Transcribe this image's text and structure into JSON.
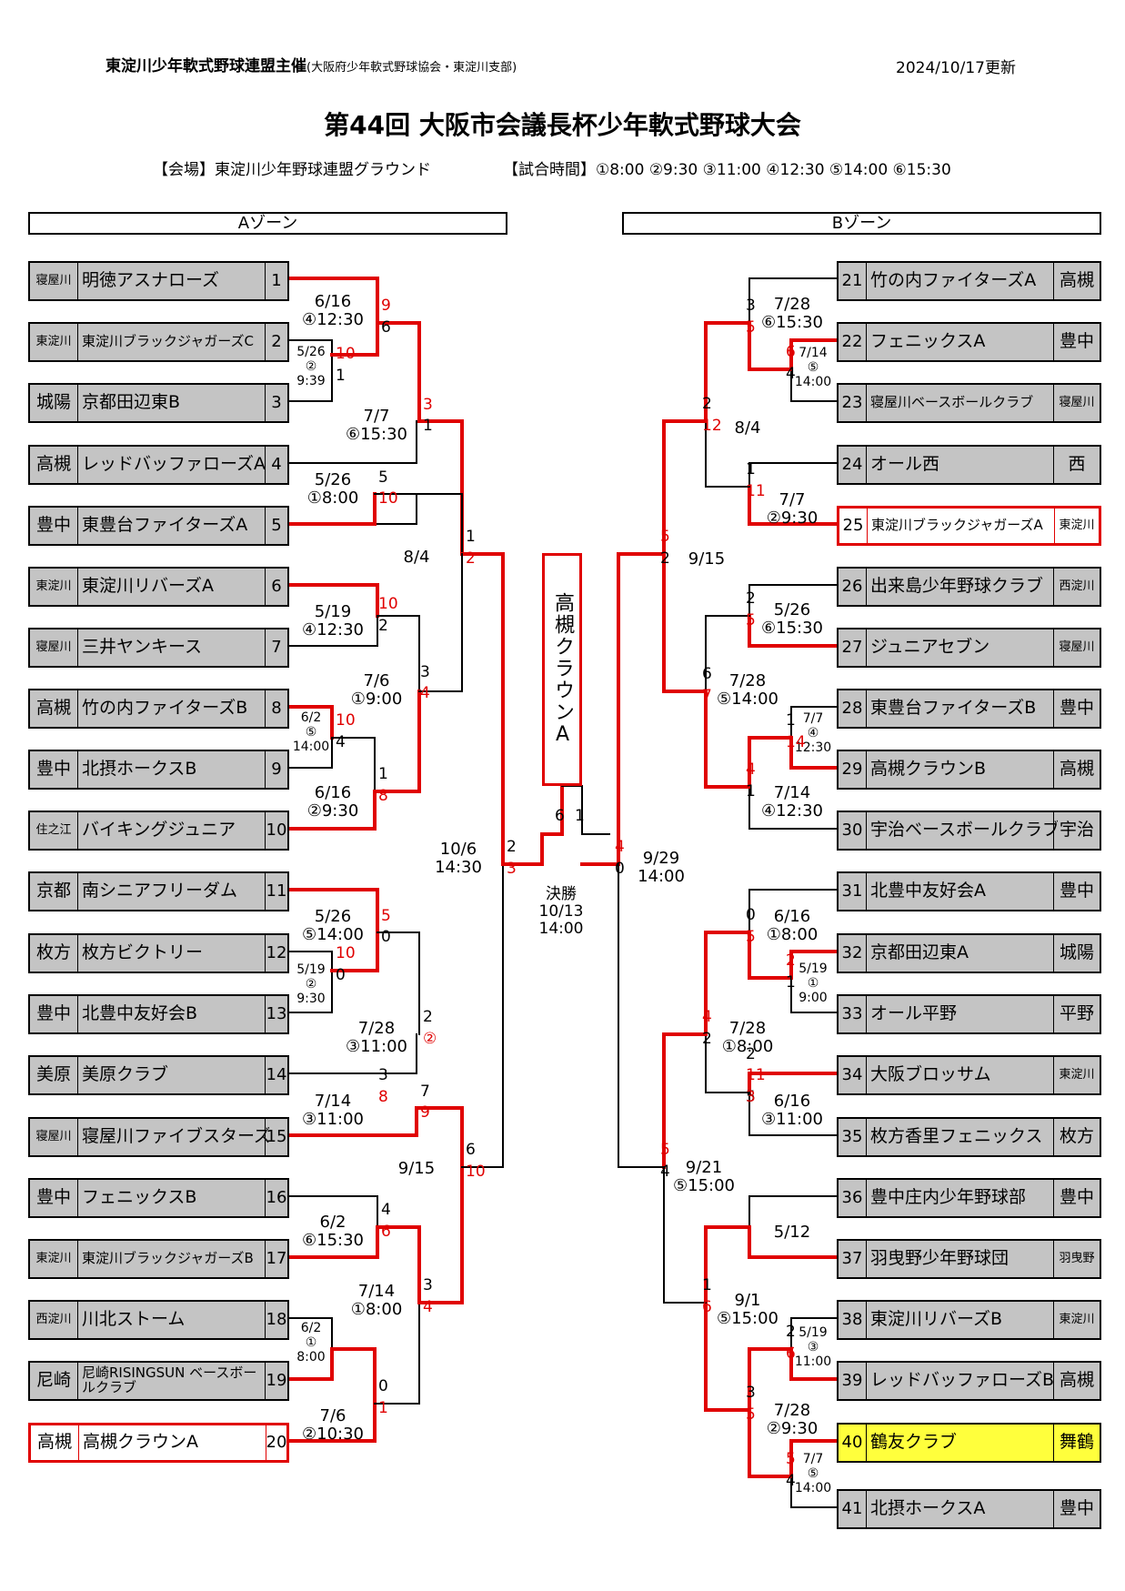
{
  "header": {
    "organizer": "東淀川少年軟式野球連盟主催",
    "organizer_sub": "(大阪府少年軟式野球協会・東淀川支部)",
    "updated": "2024/10/17更新",
    "title": "第44回 大阪市会議長杯少年軟式野球大会",
    "venue": "【会場】東淀川少年野球連盟グラウンド",
    "schedule": "【試合時間】①8:00 ②9:30 ③11:00 ④12:30 ⑤14:00 ⑥15:30"
  },
  "zones": {
    "a": "Aゾーン",
    "b": "Bゾーン"
  },
  "champion": "高槻クラウンA",
  "colors": {
    "win": "#e00000",
    "line": "#000000",
    "box": "#c4c4c4",
    "highlight": "#ffff3c"
  },
  "teams_a": [
    {
      "region": "寝屋川",
      "name": "明徳アスナローズ",
      "no": "1"
    },
    {
      "region": "東淀川",
      "name": "東淀川ブラックジャガーズC",
      "no": "2"
    },
    {
      "region": "城陽",
      "name": "京都田辺東B",
      "no": "3"
    },
    {
      "region": "高槻",
      "name": "レッドバッファローズA",
      "no": "4"
    },
    {
      "region": "豊中",
      "name": "東豊台ファイターズA",
      "no": "5"
    },
    {
      "region": "東淀川",
      "name": "東淀川リバーズA",
      "no": "6"
    },
    {
      "region": "寝屋川",
      "name": "三井ヤンキース",
      "no": "7"
    },
    {
      "region": "高槻",
      "name": "竹の内ファイターズB",
      "no": "8"
    },
    {
      "region": "豊中",
      "name": "北摂ホークスB",
      "no": "9"
    },
    {
      "region": "住之江",
      "name": "バイキングジュニア",
      "no": "10"
    },
    {
      "region": "京都",
      "name": "南シニアフリーダム",
      "no": "11"
    },
    {
      "region": "枚方",
      "name": "枚方ビクトリー",
      "no": "12"
    },
    {
      "region": "豊中",
      "name": "北豊中友好会B",
      "no": "13"
    },
    {
      "region": "美原",
      "name": "美原クラブ",
      "no": "14"
    },
    {
      "region": "寝屋川",
      "name": "寝屋川ファイブスターズ",
      "no": "15"
    },
    {
      "region": "豊中",
      "name": "フェニックスB",
      "no": "16"
    },
    {
      "region": "東淀川",
      "name": "東淀川ブラックジャガーズB",
      "no": "17"
    },
    {
      "region": "西淀川",
      "name": "川北ストーム",
      "no": "18"
    },
    {
      "region": "尼崎",
      "name": "尼崎RISINGSUN ベースボールクラブ",
      "no": "19"
    },
    {
      "region": "高槻",
      "name": "高槻クラウンA",
      "no": "20"
    }
  ],
  "teams_b": [
    {
      "no": "21",
      "name": "竹の内ファイターズA",
      "region": "高槻"
    },
    {
      "no": "22",
      "name": "フェニックスA",
      "region": "豊中"
    },
    {
      "no": "23",
      "name": "寝屋川ベースボールクラブ",
      "region": "寝屋川"
    },
    {
      "no": "24",
      "name": "オール西",
      "region": "西"
    },
    {
      "no": "25",
      "name": "東淀川ブラックジャガーズA",
      "region": "東淀川"
    },
    {
      "no": "26",
      "name": "出来島少年野球クラブ",
      "region": "西淀川"
    },
    {
      "no": "27",
      "name": "ジュニアセブン",
      "region": "寝屋川"
    },
    {
      "no": "28",
      "name": "東豊台ファイターズB",
      "region": "豊中"
    },
    {
      "no": "29",
      "name": "高槻クラウンB",
      "region": "高槻"
    },
    {
      "no": "30",
      "name": "宇治ベースボールクラブ",
      "region": "宇治"
    },
    {
      "no": "31",
      "name": "北豊中友好会A",
      "region": "豊中"
    },
    {
      "no": "32",
      "name": "京都田辺東A",
      "region": "城陽"
    },
    {
      "no": "33",
      "name": "オール平野",
      "region": "平野"
    },
    {
      "no": "34",
      "name": "大阪ブロッサム",
      "region": "東淀川"
    },
    {
      "no": "35",
      "name": "枚方香里フェニックス",
      "region": "枚方"
    },
    {
      "no": "36",
      "name": "豊中庄内少年野球部",
      "region": "豊中"
    },
    {
      "no": "37",
      "name": "羽曳野少年野球団",
      "region": "羽曳野"
    },
    {
      "no": "38",
      "name": "東淀川リバーズB",
      "region": "東淀川"
    },
    {
      "no": "39",
      "name": "レッドバッファローズB",
      "region": "高槻"
    },
    {
      "no": "40",
      "name": "鶴友クラブ",
      "region": "舞鶴"
    },
    {
      "no": "41",
      "name": "北摂ホークスA",
      "region": "豊中"
    }
  ],
  "matches": [
    {
      "date": "6/16",
      "time": "④12:30"
    },
    {
      "date": "5/26",
      "time": "②",
      "time2": "9:39"
    },
    {
      "date": "7/7",
      "time": "⑥15:30"
    },
    {
      "date": "5/26",
      "time": "①8:00"
    },
    {
      "date": "8/4"
    },
    {
      "date": "5/19",
      "time": "④12:30"
    },
    {
      "date": "7/6",
      "time": "①9:00"
    },
    {
      "date": "6/2",
      "time": "⑤",
      "time2": "14:00"
    },
    {
      "date": "6/16",
      "time": "②9:30"
    },
    {
      "date": "10/6",
      "time": "14:30"
    },
    {
      "date": "5/26",
      "time": "⑤14:00"
    },
    {
      "date": "5/19",
      "time": "②",
      "time2": "9:30"
    },
    {
      "date": "7/28",
      "time": "③11:00"
    },
    {
      "date": "7/14",
      "time": "③11:00"
    },
    {
      "date": "9/15"
    },
    {
      "date": "6/2",
      "time": "⑥15:30"
    },
    {
      "date": "7/14",
      "time": "①8:00"
    },
    {
      "date": "6/2",
      "time": "①",
      "time2": "8:00"
    },
    {
      "date": "7/6",
      "time": "②10:30"
    },
    {
      "label": "決勝",
      "date": "10/13",
      "time": "14:00"
    },
    {
      "date": "7/28",
      "time": "⑥15:30"
    },
    {
      "date": "7/14",
      "time": "⑤",
      "time2": "14:00"
    },
    {
      "date": "8/4"
    },
    {
      "date": "7/7",
      "time": "②9:30"
    },
    {
      "date": "9/15"
    },
    {
      "date": "5/26",
      "time": "⑥15:30"
    },
    {
      "date": "7/28",
      "time": "⑤14:00"
    },
    {
      "date": "7/7",
      "time": "④",
      "time2": "12:30"
    },
    {
      "date": "7/14",
      "time": "④12:30"
    },
    {
      "date": "9/29",
      "time": "14:00"
    },
    {
      "date": "6/16",
      "time": "①8:00"
    },
    {
      "date": "5/19",
      "time": "①",
      "time2": "9:00"
    },
    {
      "date": "7/28",
      "time": "①8:00"
    },
    {
      "date": "6/16",
      "time": "③11:00"
    },
    {
      "date": "9/21",
      "time": "⑤15:00"
    },
    {
      "date": "5/12"
    },
    {
      "date": "9/1",
      "time": "⑤15:00"
    },
    {
      "date": "5/19",
      "time": "③",
      "time2": "11:00"
    },
    {
      "date": "7/28",
      "time": "②9:30"
    },
    {
      "date": "7/7",
      "time": "⑤",
      "time2": "14:00"
    }
  ],
  "scores": [
    "9",
    "6",
    "10",
    "1",
    "3",
    "1",
    "5",
    "10",
    "1",
    "2",
    "10",
    "2",
    "3",
    "4",
    "10",
    "4",
    "1",
    "8",
    "2",
    "3",
    "6",
    "1",
    "5",
    "0",
    "10",
    "0",
    "2",
    "②",
    "3",
    "8",
    "6",
    "10",
    "7",
    "9",
    "3",
    "4",
    "4",
    "6",
    "0",
    "1",
    "3",
    "5",
    "6",
    "4",
    "2",
    "12",
    "1",
    "11",
    "5",
    "2",
    "2",
    "5",
    "6",
    "7",
    "1",
    "14",
    "4",
    "1",
    "4",
    "0",
    "0",
    "5",
    "2",
    "1",
    "4",
    "2",
    "11",
    "5",
    "5",
    "4",
    "2",
    "3",
    "1",
    "6",
    "2",
    "6",
    "3",
    "5",
    "5",
    "4"
  ]
}
